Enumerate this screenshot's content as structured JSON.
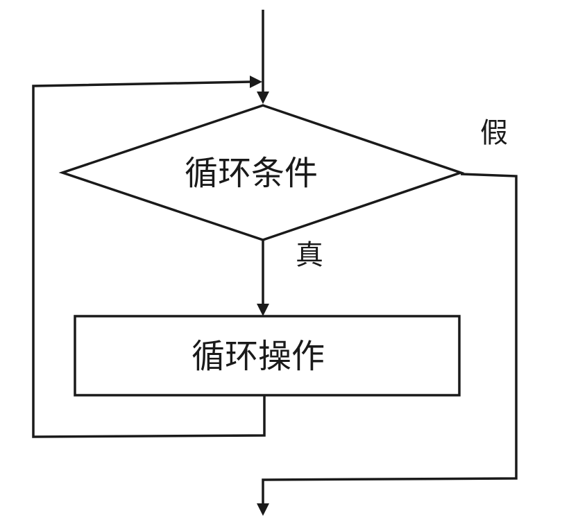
{
  "decision": {
    "label": "循环条件"
  },
  "process": {
    "label": "循环操作"
  },
  "branches": {
    "true_label": "真",
    "false_label": "假"
  }
}
